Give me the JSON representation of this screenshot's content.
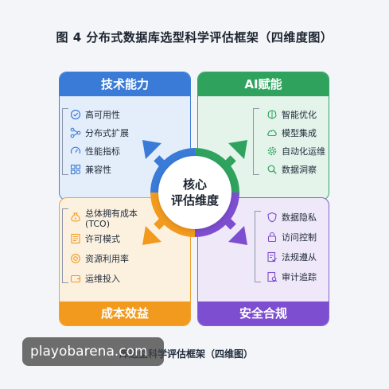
{
  "title": "图 4 分布式数据库选型科学评估框架（四维度图）",
  "hub": {
    "line1": "核心",
    "line2": "评估维度"
  },
  "quadrants": {
    "tech": {
      "title": "技术能力",
      "items": [
        {
          "label": "高可用性",
          "icon": "check-circle-icon"
        },
        {
          "label": "分布式扩展",
          "icon": "distribution-icon"
        },
        {
          "label": "性能指标",
          "icon": "gauge-icon"
        },
        {
          "label": "兼容性",
          "icon": "puzzle-icon"
        }
      ]
    },
    "ai": {
      "title": "AI赋能",
      "items": [
        {
          "label": "智能优化",
          "icon": "brain-icon"
        },
        {
          "label": "模型集成",
          "icon": "cloud-brain-icon"
        },
        {
          "label": "自动化运维",
          "icon": "gear-icon"
        },
        {
          "label": "数据洞察",
          "icon": "search-icon"
        }
      ]
    },
    "cost": {
      "title": "成本效益",
      "items": [
        {
          "label": "总体拥有成本",
          "label2": "(TCO)",
          "icon": "money-bag-icon"
        },
        {
          "label": "许可模式",
          "icon": "license-icon"
        },
        {
          "label": "资源利用率",
          "icon": "resource-icon"
        },
        {
          "label": "运维投入",
          "icon": "wallet-icon"
        }
      ]
    },
    "security": {
      "title": "安全合规",
      "items": [
        {
          "label": "数据隐私",
          "icon": "shield-icon"
        },
        {
          "label": "访问控制",
          "icon": "lock-icon"
        },
        {
          "label": "法规遵从",
          "icon": "document-check-icon"
        },
        {
          "label": "审计追踪",
          "icon": "audit-icon"
        }
      ]
    }
  },
  "caption": "库选型科学评估框架（四维图）",
  "watermark": "playobarena.com",
  "colors": {
    "tech": "#3a7bd8",
    "ai": "#2fa35e",
    "cost": "#f29a1e",
    "security": "#7d4ed0"
  }
}
